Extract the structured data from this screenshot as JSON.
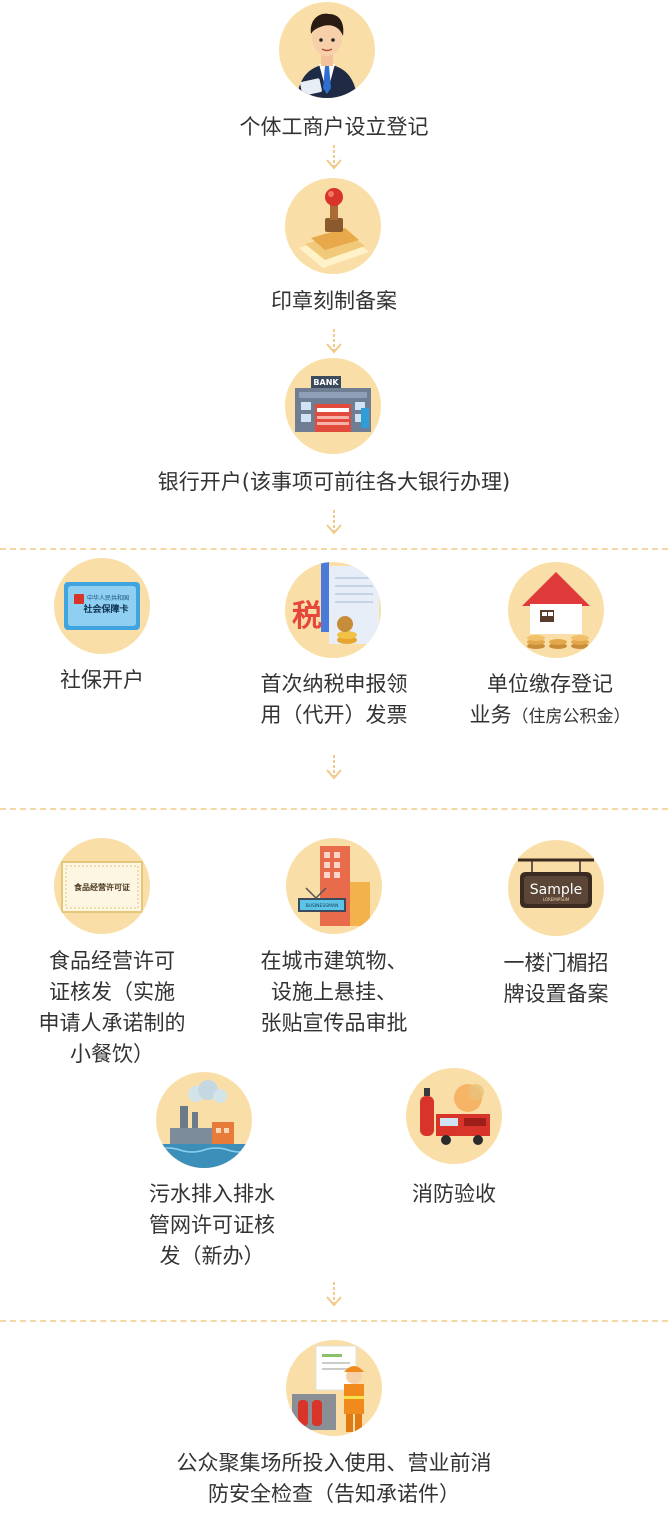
{
  "steps": {
    "s1": {
      "label": "个体工商户设立登记",
      "icon": "businessman-icon"
    },
    "s2": {
      "label": "印章刻制备案",
      "icon": "seal-stamp-icon"
    },
    "s3": {
      "label": "银行开户(该事项可前往各大银行办理)",
      "icon": "bank-icon",
      "sign": "BANK"
    },
    "s4": {
      "label": "社保开户",
      "icon": "social-security-card-icon",
      "card_line1": "中华人民共和国",
      "card_line2": "社会保障卡"
    },
    "s5": {
      "line1": "首次纳税申报领",
      "line2": "用（代开）发票",
      "icon": "tax-icon",
      "tax_char": "税"
    },
    "s6": {
      "line1": "单位缴存登记",
      "line2_main": "业务",
      "line2_small": "（住房公积金）",
      "icon": "house-coins-icon"
    },
    "s7": {
      "line1": "食品经营许可",
      "line2": "证核发（实施",
      "line3": "申请人承诺制的",
      "line4": "小餐饮）",
      "icon": "food-license-icon",
      "cert_text": "食品经营许可证"
    },
    "s8": {
      "line1": "在城市建筑物、",
      "line2": "设施上悬挂、",
      "line3": "张贴宣传品审批",
      "icon": "building-sign-icon",
      "sign_text": "BUSINESSMAN"
    },
    "s9": {
      "line1": "一楼门楣招",
      "line2": "牌设置备案",
      "icon": "signboard-icon",
      "sign_main": "Sample",
      "sign_sub": "LOREMIPSUM"
    },
    "s10": {
      "line1": "污水排入排水",
      "line2": "管网许可证核",
      "line3": "发（新办）",
      "icon": "factory-sewage-icon"
    },
    "s11": {
      "label": "消防验收",
      "icon": "fire-truck-icon"
    },
    "s12": {
      "line1": "公众聚集场所投入使用、营业前消",
      "line2": "防安全检查（告知承诺件）",
      "icon": "firefighter-icon"
    }
  },
  "colors": {
    "circle": "#f9dfa7",
    "arrow": "#f3c98a",
    "divider": "#f3d8a6",
    "text": "#333333"
  }
}
